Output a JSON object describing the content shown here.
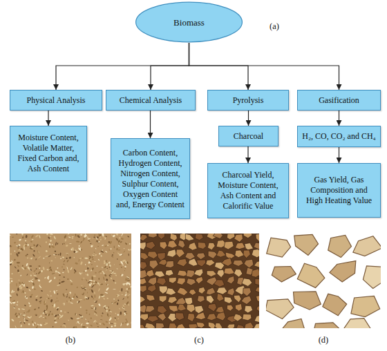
{
  "diagram": {
    "nodes": [
      {
        "text": [
          "Biomass"
        ]
      },
      {
        "text": [
          "Physical Analysis"
        ]
      },
      {
        "text": [
          "Chemical Analysis"
        ]
      },
      {
        "text": [
          "Pyrolysis"
        ]
      },
      {
        "text": [
          "Gasification"
        ]
      },
      {
        "text": [
          "Moisture Content, Volatile Matter, Fixed Carbon and, Ash Content"
        ]
      },
      {
        "text": [
          "Carbon Content, Hydrogen Content, Nitrogen Content, Sulphur Content, Oxygen Content and, Energy Content"
        ]
      },
      {
        "text": [
          "Charcoal"
        ]
      },
      {
        "text": [
          "H₂, CO, CO₂ and CH₄"
        ]
      },
      {
        "text": [
          "Charcoal Yield, Moisture Content, Ash Content and Calorific Value"
        ]
      },
      {
        "text": [
          "Gas Yield, Gas Composition and High Heating Value"
        ]
      }
    ],
    "edges": [
      {
        "from": 0,
        "to": 1,
        "arrow": "to"
      },
      {
        "from": 0,
        "to": 2,
        "arrow": "to"
      },
      {
        "from": 0,
        "to": 3,
        "arrow": "to"
      },
      {
        "from": 0,
        "to": 4,
        "arrow": "to"
      },
      {
        "from": 1,
        "to": 5,
        "arrow": "to"
      },
      {
        "from": 2,
        "to": 6,
        "arrow": "to"
      },
      {
        "from": 3,
        "to": 7,
        "arrow": "to"
      },
      {
        "from": 7,
        "to": 9,
        "arrow": "to"
      },
      {
        "from": 4,
        "to": 8,
        "arrow": "to"
      },
      {
        "from": 8,
        "to": 10,
        "arrow": "to"
      }
    ],
    "labels": [
      "(a)",
      "(b)",
      "(c)",
      "(d)"
    ]
  }
}
